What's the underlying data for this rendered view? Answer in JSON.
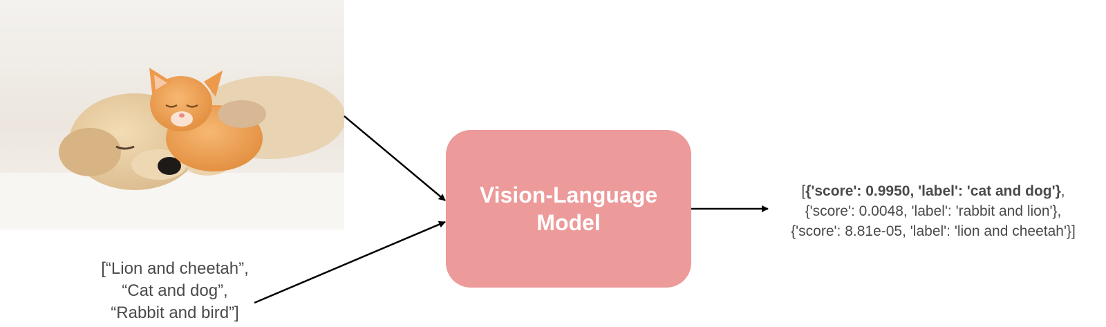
{
  "model": {
    "label": "Vision-Language\nModel"
  },
  "candidate_labels": {
    "lines": [
      "[“Lion and cheetah”,",
      "“Cat and dog”,",
      "“Rabbit and bird”]"
    ]
  },
  "output": {
    "prefix": "[",
    "line1_bold": "{'score': 0.9950, 'label': 'cat and dog'}",
    "line1_suffix": ",",
    "line2": "{'score': 0.0048, 'label': 'rabbit and lion'},",
    "line3": "{'score': 8.81e-05, 'label': 'lion and cheetah'}]"
  },
  "colors": {
    "model_box": "#ec9a9a",
    "text": "#4a4a4a",
    "arrow": "#000000"
  },
  "image": {
    "subject": "sleeping puppy and kitten"
  }
}
